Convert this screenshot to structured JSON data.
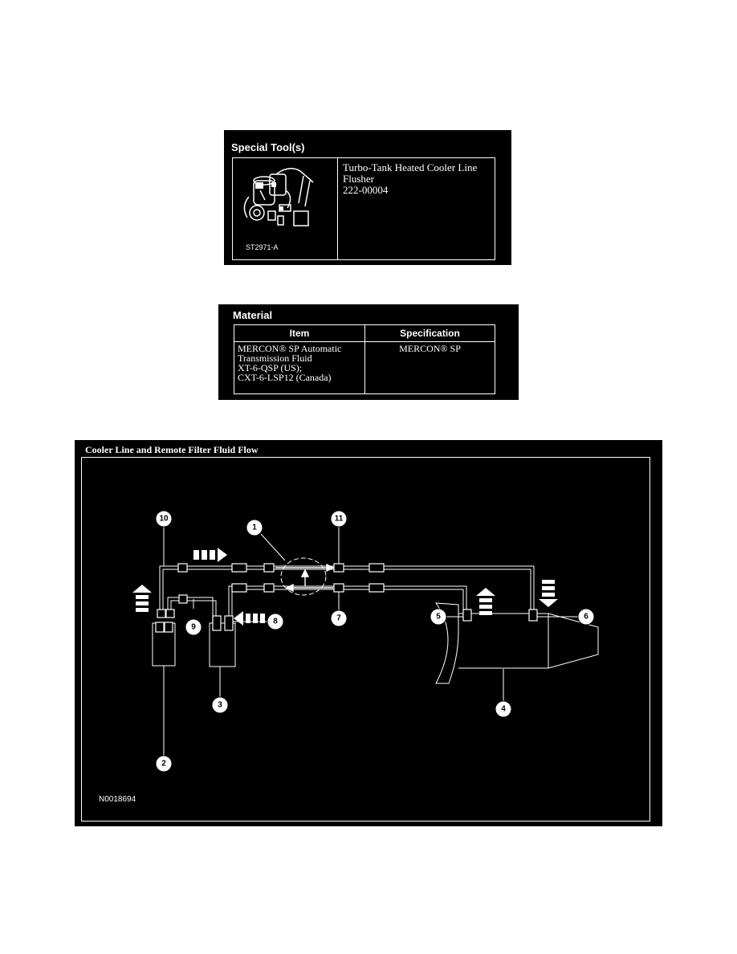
{
  "special_tools": {
    "header": "Special Tool(s)",
    "tool_name_line1": "Turbo-Tank Heated Cooler Line",
    "tool_name_line2": "Flusher",
    "tool_number": "222-00004",
    "image_code": "ST2971-A"
  },
  "material": {
    "header": "Material",
    "columns": [
      "Item",
      "Specification"
    ],
    "rows": [
      {
        "item_lines": [
          "MERCON® SP Automatic",
          "Transmission Fluid",
          "XT-6-QSP (US);",
          "CXT-6-LSP12 (Canada)"
        ],
        "specification": "MERCON® SP"
      }
    ]
  },
  "diagram": {
    "title": "Cooler Line and Remote Filter Fluid Flow",
    "figure_code": "N0018694",
    "callouts": [
      "1",
      "2",
      "3",
      "4",
      "5",
      "6",
      "7",
      "8",
      "9",
      "10",
      "11"
    ]
  }
}
